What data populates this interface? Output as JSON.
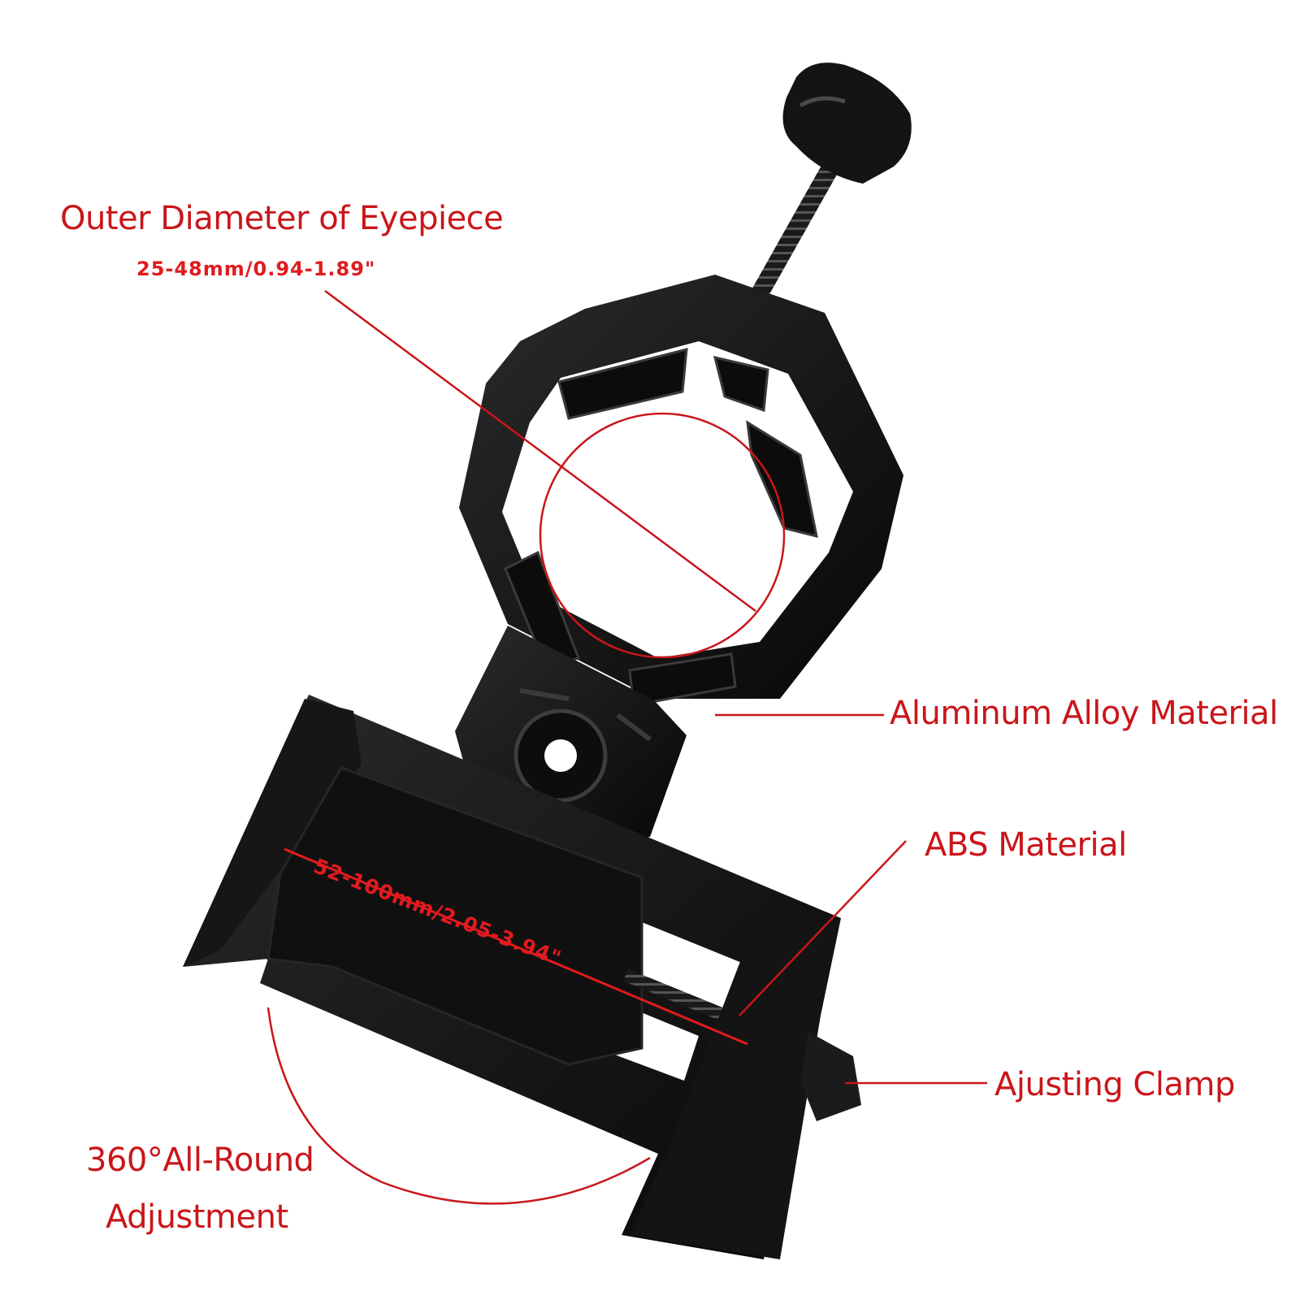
{
  "image": {
    "subject": "smartphone adapter mount for telescope / binocular eyepiece",
    "background_color": "#ffffff",
    "product_color": "#111111",
    "annotation_color": "#c9161a"
  },
  "annotations": {
    "eyepiece_title": "Outer Diameter of  Eyepiece",
    "eyepiece_size": "25-48mm/0.94-1.89\"",
    "aluminum": "Aluminum Alloy Material",
    "phone_width": "52-100mm/2.05-3.94\"",
    "abs": "ABS Material",
    "clamp": "Ajusting Clamp",
    "adjustment_line1": "360°All-Round",
    "adjustment_line2": "Adjustment"
  }
}
